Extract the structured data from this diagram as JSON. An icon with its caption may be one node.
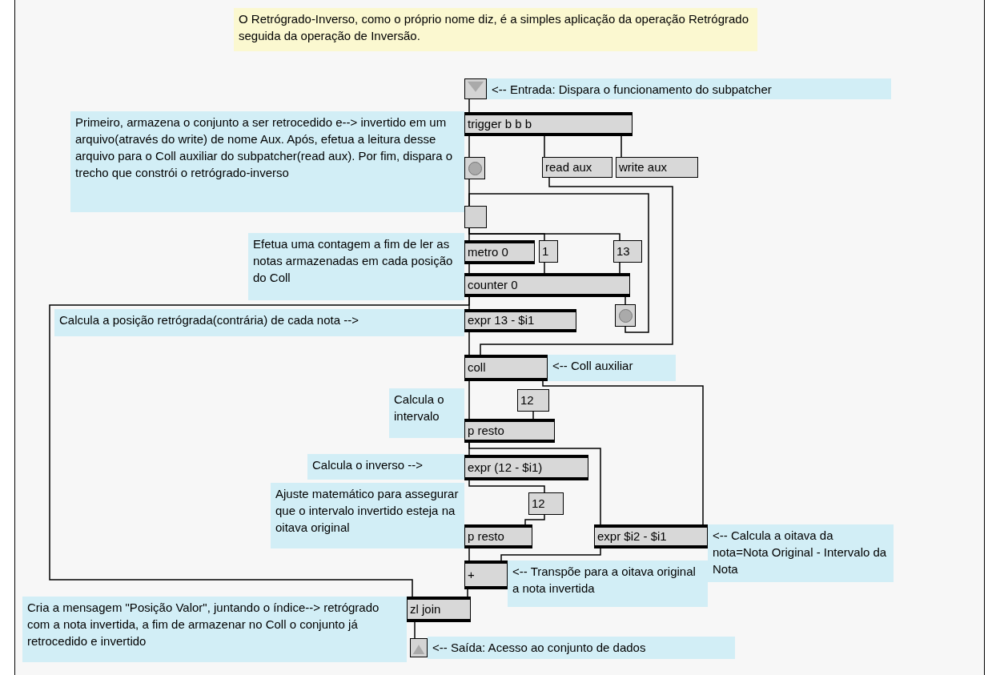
{
  "diagram": {
    "nodes": [
      {
        "text": [
          "O Retrógrado-Inverso, como o próprio nome diz, é a simples aplicação da operação Retrógrado seguida da operação de Inversão."
        ]
      },
      {
        "text": [],
        "shape": "box"
      },
      {
        "text": [
          "<-- Entrada: Dispara o funcionamento do subpatcher"
        ]
      },
      {
        "text": [
          "Primeiro, armazena o conjunto a ser retrocedido e--> invertido em um arquivo(através do write) de nome Aux. Após, efetua a leitura desse arquivo para o Coll auxiliar do subpatcher(read aux). Por fim, dispara o trecho que constrói o retrógrado-inverso"
        ]
      },
      {
        "text": [
          "trigger b b b"
        ]
      },
      {
        "text": [],
        "shape": "circle"
      },
      {
        "text": [
          "read aux"
        ]
      },
      {
        "text": [
          "write aux"
        ]
      },
      {
        "text": [],
        "shape": "box"
      },
      {
        "text": [
          "Efetua uma contagem a fim de ler as notas armazenadas em cada posição do Coll"
        ]
      },
      {
        "text": [
          "metro 0"
        ]
      },
      {
        "text": [
          "1"
        ]
      },
      {
        "text": [
          "13"
        ]
      },
      {
        "text": [
          "counter 0"
        ]
      },
      {
        "text": [],
        "shape": "circle"
      },
      {
        "text": [
          "Calcula a posição retrógrada(contrária) de cada nota -->"
        ]
      },
      {
        "text": [
          "expr 13 - $i1"
        ]
      },
      {
        "text": [
          "coll"
        ]
      },
      {
        "text": [
          "<-- Coll auxiliar"
        ]
      },
      {
        "text": [
          "Calcula o intervalo"
        ]
      },
      {
        "text": [
          "12"
        ]
      },
      {
        "text": [
          "p resto"
        ]
      },
      {
        "text": [
          "Calcula o inverso -->"
        ]
      },
      {
        "text": [
          "expr (12 - $i1)"
        ]
      },
      {
        "text": [
          "Ajuste matemático para assegurar que o intervalo invertido esteja na oitava original"
        ]
      },
      {
        "text": [
          "12"
        ]
      },
      {
        "text": [
          "p resto"
        ]
      },
      {
        "text": [
          "expr $i2 - $i1"
        ]
      },
      {
        "text": [
          "<-- Calcula a oitava da nota=Nota Original - Intervalo da Nota"
        ]
      },
      {
        "text": [
          "+"
        ]
      },
      {
        "text": [
          "<-- Transpõe para a oitava original a nota invertida"
        ]
      },
      {
        "text": [
          "Cria a mensagem \"Posição Valor\", juntando o índice--> retrógrado com a nota invertida, a fim de armazenar no Coll o conjunto já retrocedido e invertido"
        ]
      },
      {
        "text": [
          "zl join"
        ]
      },
      {
        "text": [],
        "shape": "box"
      },
      {
        "text": [
          "<-- Saída: Acesso ao conjunto de dados"
        ]
      }
    ],
    "edges": [
      {
        "from": 1,
        "to": 4,
        "arrow": "none"
      },
      {
        "from": 4,
        "to": 5,
        "arrow": "none"
      },
      {
        "from": 4,
        "to": 6,
        "arrow": "none"
      },
      {
        "from": 4,
        "to": 7,
        "arrow": "none"
      },
      {
        "from": 5,
        "to": 8,
        "arrow": "none"
      },
      {
        "from": 14,
        "to": 8,
        "arrow": "none"
      },
      {
        "from": 6,
        "to": 17,
        "arrow": "none"
      },
      {
        "from": 8,
        "to": 10,
        "arrow": "none"
      },
      {
        "from": 8,
        "to": 11,
        "arrow": "none"
      },
      {
        "from": 8,
        "to": 12,
        "arrow": "none"
      },
      {
        "from": 10,
        "to": 13,
        "arrow": "none"
      },
      {
        "from": 11,
        "to": 13,
        "arrow": "none"
      },
      {
        "from": 12,
        "to": 13,
        "arrow": "none"
      },
      {
        "from": 13,
        "to": 16,
        "arrow": "none"
      },
      {
        "from": 13,
        "to": 14,
        "arrow": "none"
      },
      {
        "from": 13,
        "to": 32,
        "arrow": "none"
      },
      {
        "from": 16,
        "to": 17,
        "arrow": "none"
      },
      {
        "from": 17,
        "to": 21,
        "arrow": "none"
      },
      {
        "from": 17,
        "to": 27,
        "arrow": "none"
      },
      {
        "from": 20,
        "to": 21,
        "arrow": "none"
      },
      {
        "from": 21,
        "to": 23,
        "arrow": "none"
      },
      {
        "from": 21,
        "to": 27,
        "arrow": "none"
      },
      {
        "from": 23,
        "to": 25,
        "arrow": "none"
      },
      {
        "from": 25,
        "to": 26,
        "arrow": "none"
      },
      {
        "from": 26,
        "to": 29,
        "arrow": "none"
      },
      {
        "from": 27,
        "to": 29,
        "arrow": "none"
      },
      {
        "from": 29,
        "to": 32,
        "arrow": "none"
      },
      {
        "from": 32,
        "to": 33,
        "arrow": "none"
      }
    ]
  }
}
